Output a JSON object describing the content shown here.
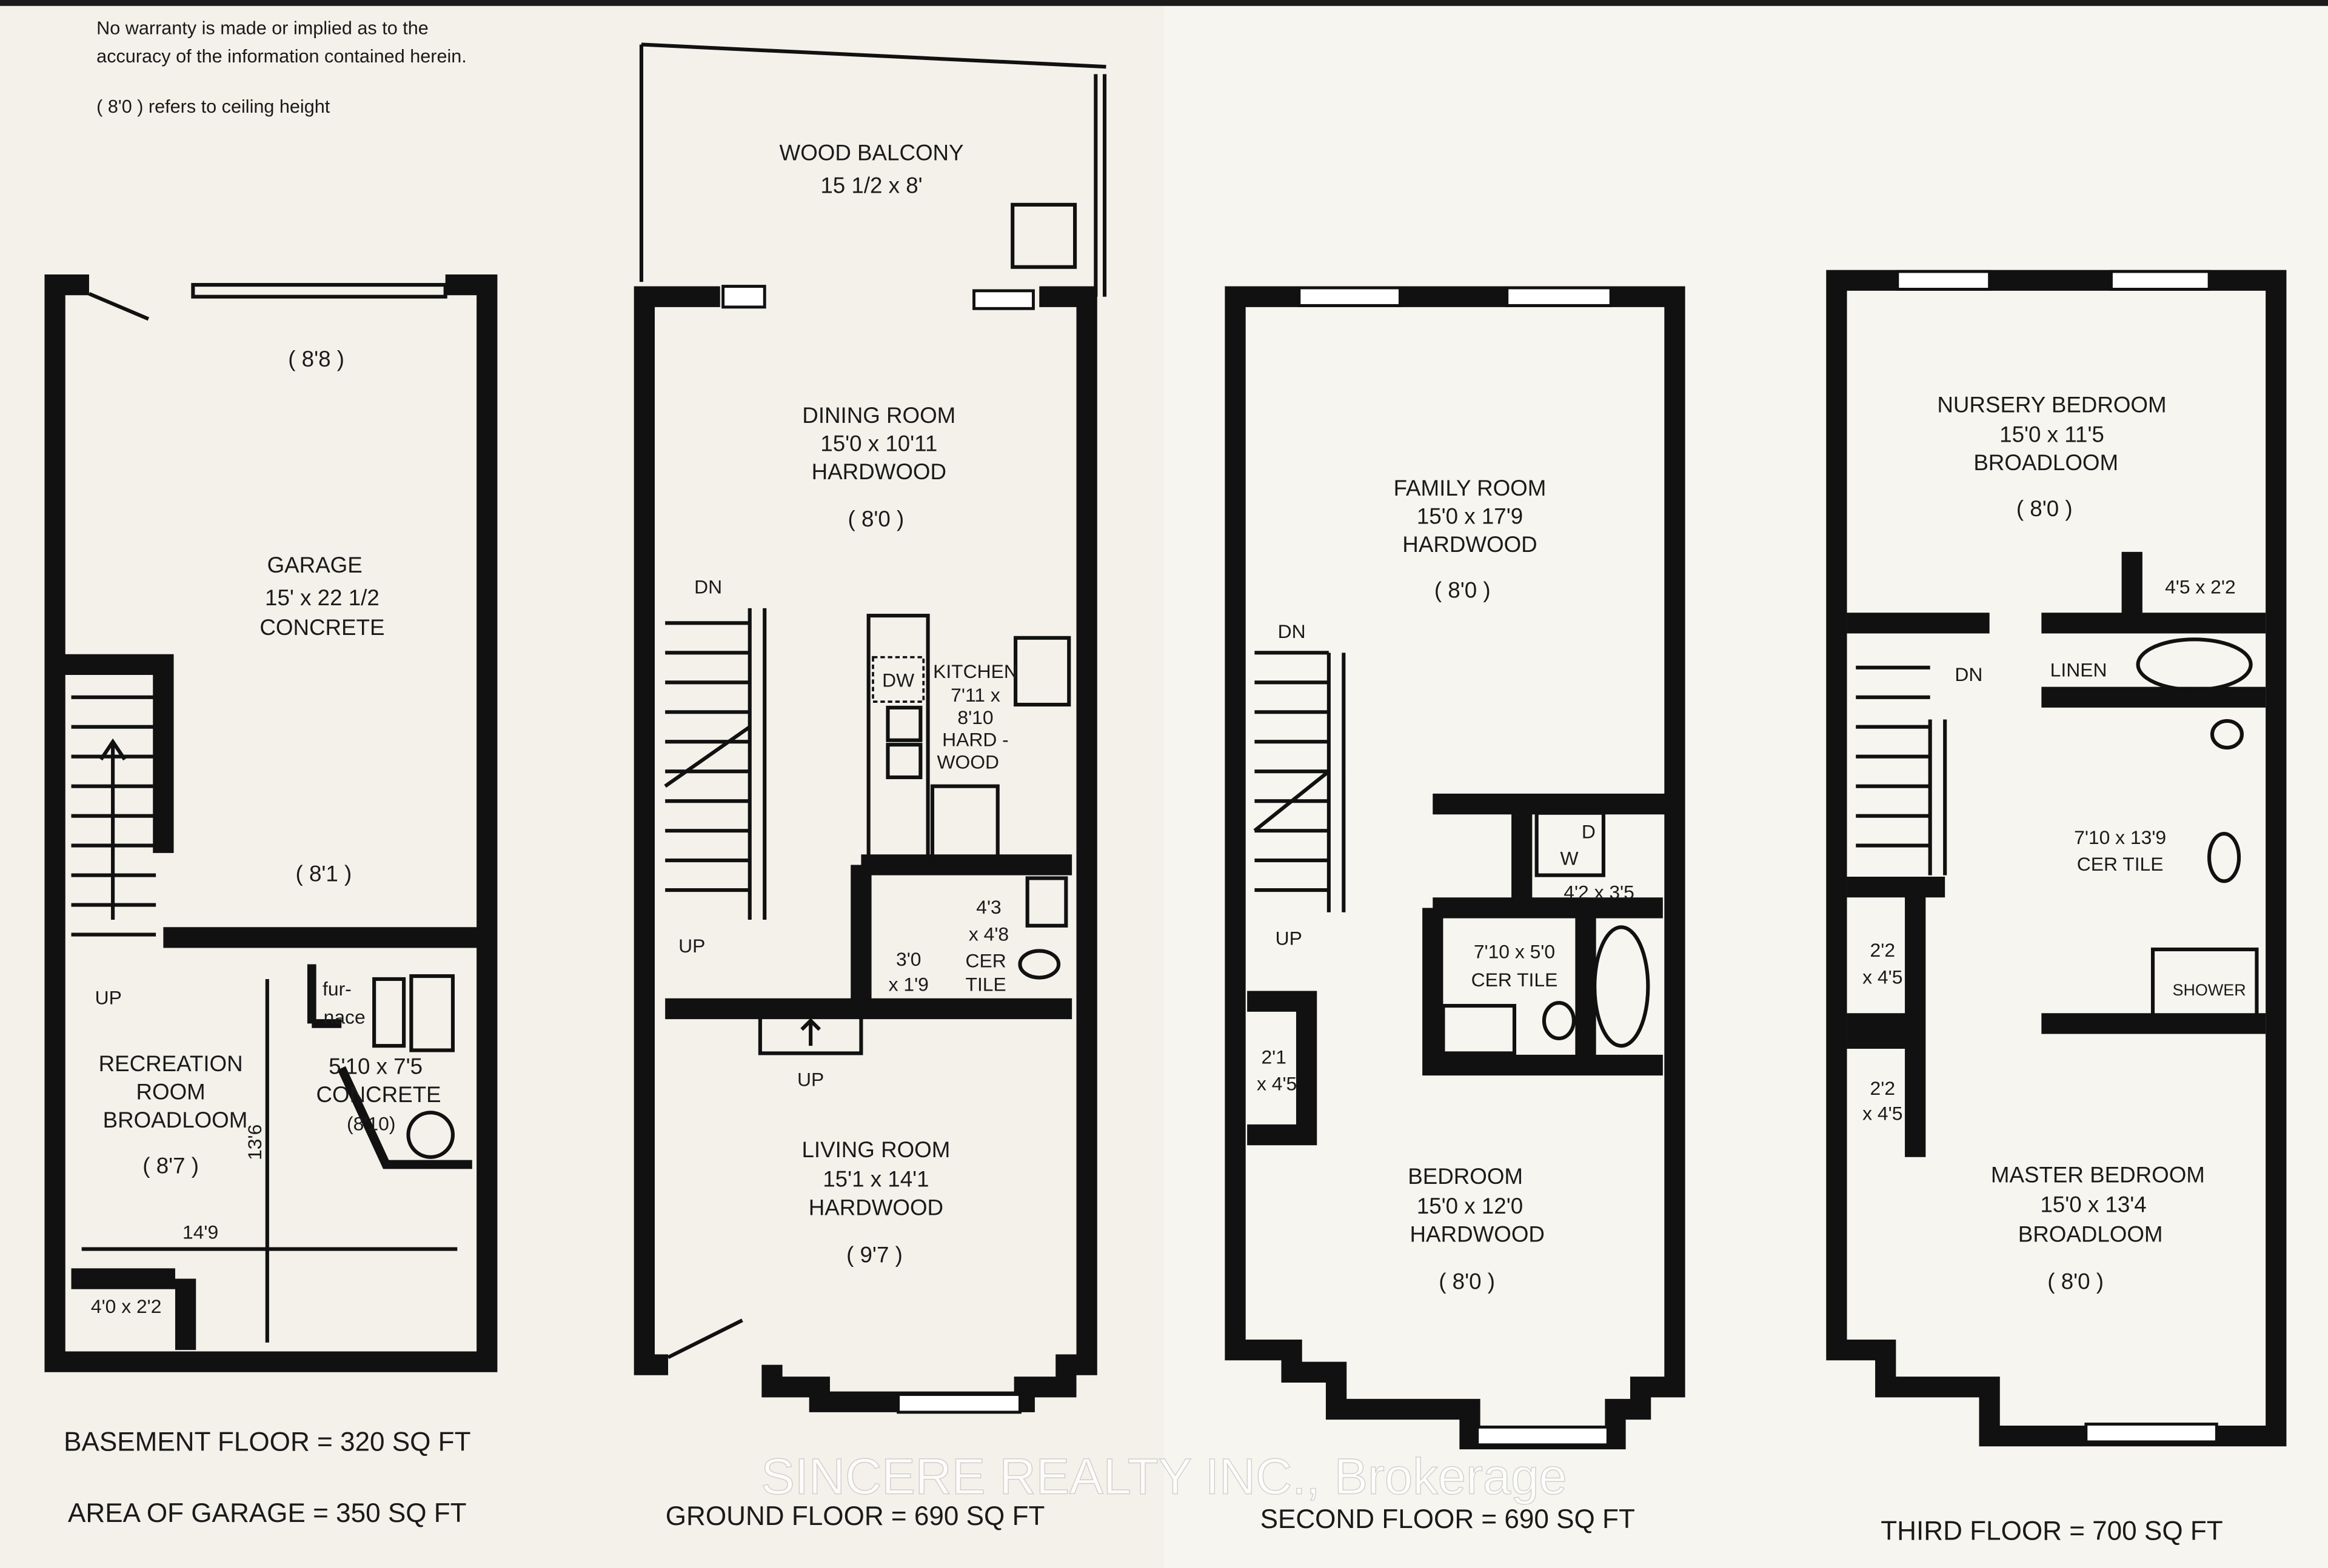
{
  "notes": {
    "disclaimer_line1": "No warranty is made or implied as to the",
    "disclaimer_line2": "accuracy of the information contained herein.",
    "ceiling_note": "( 8'0 )  refers to ceiling height"
  },
  "basement": {
    "garage_ceiling_top": "( 8'8 )",
    "garage_name": "GARAGE",
    "garage_size": "15' x 22 1/2",
    "garage_floor": "CONCRETE",
    "garage_ceiling_bottom": "( 8'1 )",
    "stair_up": "UP",
    "rec_name_1": "RECREATION",
    "rec_name_2": "ROOM",
    "rec_floor": "BROADLOOM",
    "rec_ceiling": "( 8'7 )",
    "furnace_1": "fur-",
    "furnace_2": "nace",
    "furnace_size": "5'10 x 7'5",
    "furnace_floor": "CONCRETE",
    "furnace_ceiling": "(8'10)",
    "dim_vertical": "13'6",
    "dim_horizontal": "14'9",
    "closet_size": "4'0 x 2'2",
    "area_basement": "BASEMENT FLOOR  =  320 SQ FT",
    "area_garage": "AREA OF GARAGE  =  350 SQ FT"
  },
  "ground": {
    "balcony_name": "WOOD BALCONY",
    "balcony_size": "15 1/2 x 8'",
    "dining_name": "DINING ROOM",
    "dining_size": "15'0 x 10'11",
    "dining_floor": "HARDWOOD",
    "dining_ceiling": "( 8'0 )",
    "stair_dn": "DN",
    "stair_up": "UP",
    "dishwasher": "DW",
    "kitchen_1": "KITCHEN",
    "kitchen_2": "7'11 x",
    "kitchen_3": "8'10",
    "kitchen_4": "HARD -",
    "kitchen_5": "WOOD",
    "closet_1": "3'0",
    "closet_2": "x 1'9",
    "bath_1": "4'3",
    "bath_2": "x 4'8",
    "bath_3": "CER",
    "bath_4": "TILE",
    "entry_up": "UP",
    "living_name": "LIVING ROOM",
    "living_size": "15'1 x 14'1",
    "living_floor": "HARDWOOD",
    "living_ceiling": "( 9'7 )",
    "area": "GROUND FLOOR  =  690 SQ FT"
  },
  "second": {
    "family_name": "FAMILY ROOM",
    "family_size": "15'0 x 17'9",
    "family_floor": "HARDWOOD",
    "family_ceiling": "( 8'0 )",
    "stair_dn": "DN",
    "stair_up": "UP",
    "dryer": "D",
    "washer": "W",
    "laundry_size": "4'2 x 3'5",
    "bath_size": "7'10 x 5'0",
    "bath_floor": "CER TILE",
    "closet_1": "2'1",
    "closet_2": "x 4'5",
    "bedroom_name": "BEDROOM",
    "bedroom_size": "15'0 x 12'0",
    "bedroom_floor": "HARDWOOD",
    "bedroom_ceiling": "( 8'0 )",
    "area": "SECOND FLOOR  =  690 SQ FT"
  },
  "third": {
    "nursery_name": "NURSERY BEDROOM",
    "nursery_size": "15'0 x 11'5",
    "nursery_floor": "BROADLOOM",
    "nursery_ceiling": "( 8'0 )",
    "closet_top": "4'5 x 2'2",
    "linen": "LINEN",
    "stair_dn": "DN",
    "bath_size": "7'10 x 13'9",
    "bath_floor": "CER TILE",
    "shower": "SHOWER",
    "closet_a1": "2'2",
    "closet_a2": "x 4'5",
    "closet_b1": "2'2",
    "closet_b2": "x 4'5",
    "master_name": "MASTER BEDROOM",
    "master_size": "15'0 x 13'4",
    "master_floor": "BROADLOOM",
    "master_ceiling": "( 8'0 )",
    "area": "THIRD FLOOR  =  700 SQ FT"
  },
  "watermark": "SINCERE REALTY INC., Brokerage",
  "colors": {
    "paper": "#f3f1ea",
    "paper_right": "#f6f5f0",
    "wall": "#111111"
  }
}
